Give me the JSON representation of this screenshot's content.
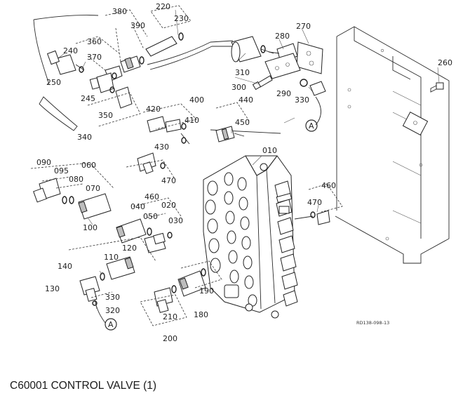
{
  "caption": "C60001 CONTROL VALVE (1)",
  "reference_code": "RD138-098-13",
  "labels": {
    "p380": "380",
    "p220": "220",
    "p230": "230",
    "p390": "390",
    "p360": "360",
    "p240": "240",
    "p370": "370",
    "p250": "250",
    "p245": "245",
    "p350": "350",
    "p340": "340",
    "p270": "270",
    "p280": "280",
    "p310": "310",
    "p300": "300",
    "p290": "290",
    "p330a": "330",
    "p260": "260",
    "p420": "420",
    "p400": "400",
    "p440": "440",
    "p410": "410",
    "p450": "450",
    "p430": "430",
    "p010": "010",
    "p090": "090",
    "p060": "060",
    "p095": "095",
    "p080": "080",
    "p070": "070",
    "p470a": "470",
    "p460a": "460",
    "p460b": "460",
    "p470b": "470",
    "p040": "040",
    "p020": "020",
    "p050": "050",
    "p030": "030",
    "p100": "100",
    "p120": "120",
    "p110": "110",
    "p140": "140",
    "p130": "130",
    "p330b": "330",
    "p320": "320",
    "p190": "190",
    "p180": "180",
    "p210": "210",
    "p200": "200",
    "markA1": "A",
    "markA2": "A"
  }
}
